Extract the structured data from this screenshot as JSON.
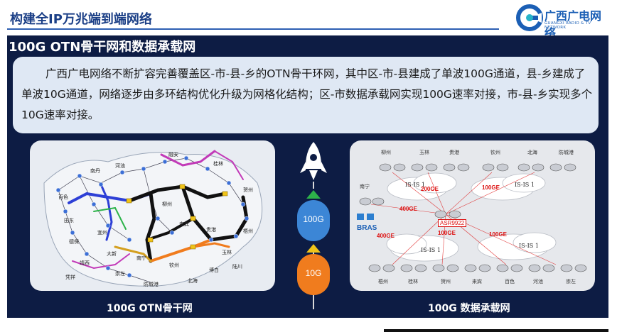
{
  "header": {
    "title": "构建全IP万兆端到端网络",
    "logo_text": "广西广电网络",
    "logo_sub": "GUANGXI RADIO & TV NETWORK"
  },
  "section": {
    "title": "100G OTN骨干网和数据承载网",
    "description": "广西广电网络不断扩容完善覆盖区-市-县-乡的OTN骨干环网，其中区-市-县建成了单波100G通道，县-乡建成了单波10G通道，网络逐步由多环结构优化升级为网格化结构；区-市数据承载网实现100G速率对接，市-县-乡实现多个10G速率对接。"
  },
  "left_figure": {
    "caption": "100G OTN骨干网",
    "cities": [
      "南丹",
      "河池",
      "宜州",
      "融安",
      "桂林",
      "贺州",
      "柳州",
      "来宾",
      "梧州",
      "百色",
      "田东",
      "德保",
      "靖西",
      "大新",
      "崇左",
      "南宁",
      "钦州",
      "北海",
      "防城港",
      "玉林",
      "贵港",
      "陆川",
      "博白",
      "凭祥"
    ]
  },
  "middle": {
    "badge_100g": "100G",
    "badge_10g": "10G",
    "colors": {
      "green": "#2db34a",
      "blue": "#3c86d6",
      "yellow": "#f0c419",
      "orange": "#f07c1e"
    }
  },
  "right_figure": {
    "caption": "100G 数据承载网",
    "top_labels": [
      "柳州",
      "玉林",
      "贵港",
      "钦州",
      "北海",
      "防城港"
    ],
    "bottom_labels": [
      "梧州",
      "桂林",
      "贺州",
      "来宾",
      "百色",
      "河池",
      "崇左"
    ],
    "left_label": "南宁",
    "bras": "BRAS",
    "core": "ASR9922",
    "isis": [
      "IS-IS 1",
      "IS-IS 1",
      "IS-IS 1",
      "IS-IS 1"
    ],
    "links": [
      "200GE",
      "100GE",
      "400GE",
      "400GE",
      "100GE",
      "100GE"
    ]
  }
}
